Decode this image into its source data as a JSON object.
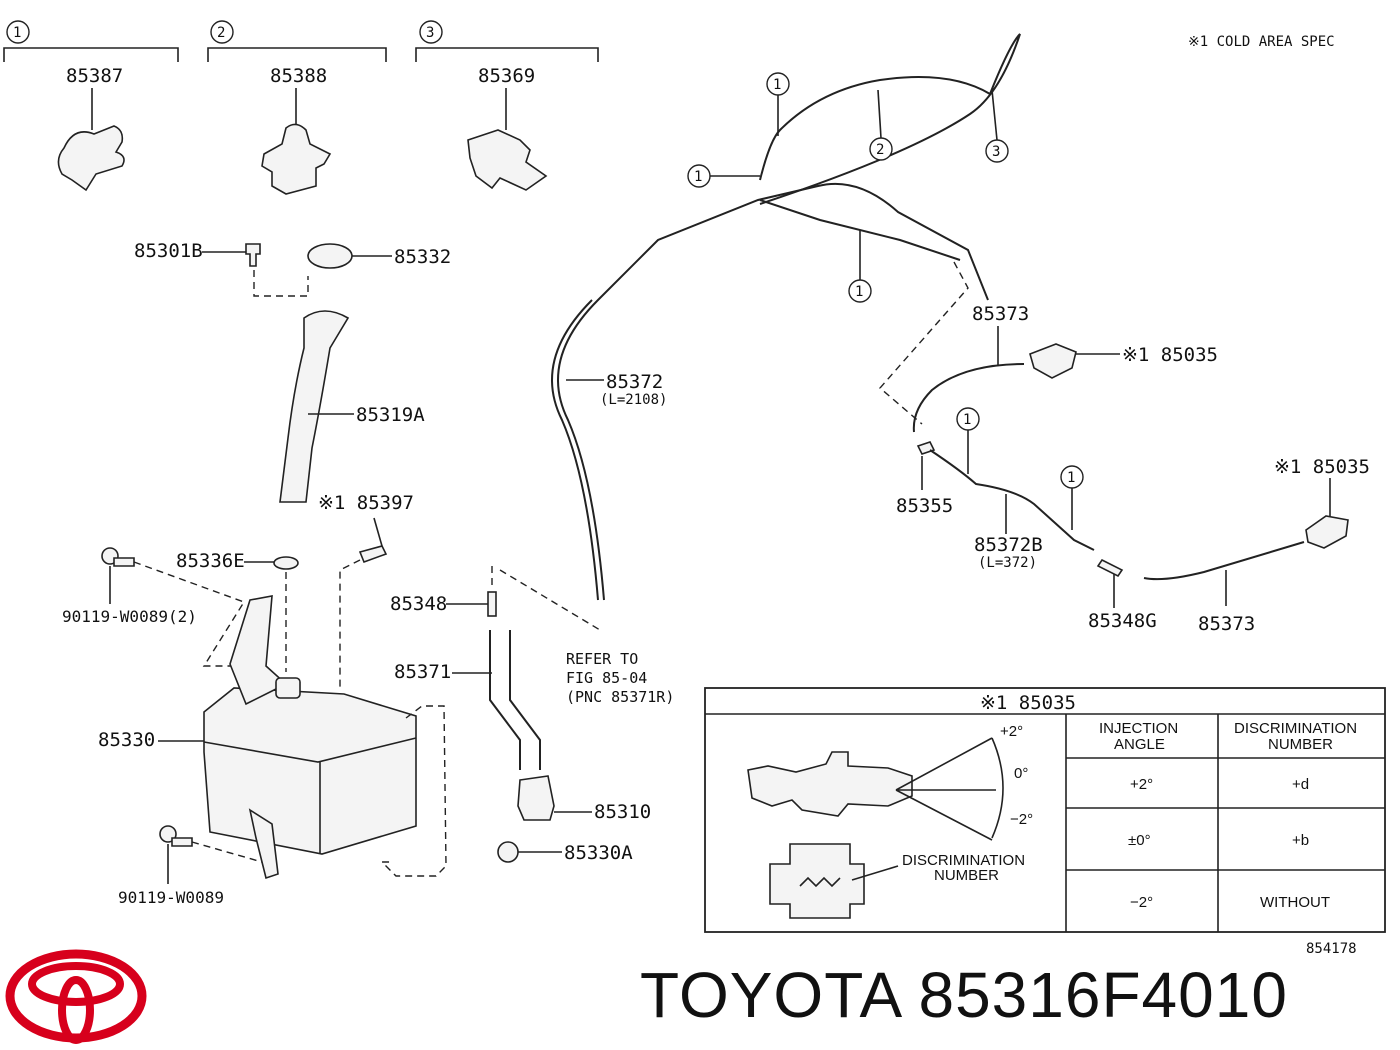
{
  "header_note": "※1 COLD AREA SPEC",
  "clip_groups": [
    {
      "index": "1",
      "part": "85387"
    },
    {
      "index": "2",
      "part": "85388"
    },
    {
      "index": "3",
      "part": "85369"
    }
  ],
  "hose_markers": {
    "m1": "1",
    "m2": "2",
    "m3": "3"
  },
  "part_labels": {
    "p85301B": "85301B",
    "p85332": "85332",
    "p85319A": "85319A",
    "p85397": "※1 85397",
    "p85336E": "85336E",
    "p90119_2": "90119-W0089(2)",
    "p85330": "85330",
    "p90119": "90119-W0089",
    "p85348": "85348",
    "p85371": "85371",
    "refer_line1": "REFER TO",
    "refer_line2": "FIG 85-04",
    "refer_line3": "(PNC 85371R)",
    "p85310": "85310",
    "p85330A": "85330A",
    "p85372": "85372",
    "p85372_len": "(L=2108)",
    "p85373a": "85373",
    "p85035a": "※1 85035",
    "p85355": "85355",
    "p85372B": "85372B",
    "p85372B_len": "(L=372)",
    "p85348G": "85348G",
    "p85373b": "85373",
    "p85035b": "※1 85035"
  },
  "table": {
    "title": "※1 85035",
    "col1": [
      "INJECTION",
      "ANGLE"
    ],
    "col2": [
      "DISCRIMINATION",
      "NUMBER"
    ],
    "rows": [
      {
        "angle": "+2°",
        "number": "+d"
      },
      {
        "angle": "±0°",
        "number": "+b"
      },
      {
        "angle": "−2°",
        "number": "WITHOUT"
      }
    ],
    "angle_plus": "+2°",
    "angle_zero": "0°",
    "angle_minus": "−2°",
    "disc_label": [
      "DISCRIMINATION",
      "NUMBER"
    ]
  },
  "figure_number": "854178",
  "brand": "TOYOTA 85316F4010",
  "colors": {
    "logo_red": "#d7001c",
    "line": "#222222"
  }
}
